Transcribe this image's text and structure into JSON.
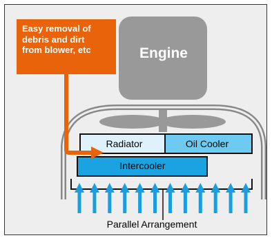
{
  "callout": {
    "lines": [
      "Easy removal of",
      "debris and dirt",
      "from blower, etc"
    ]
  },
  "components": {
    "engine": "Engine",
    "radiator": "Radiator",
    "oil_cooler": "Oil Cooler",
    "intercooler": "Intercooler"
  },
  "caption": "Parallel Arrangement",
  "airflow": {
    "arrow_count": 12
  },
  "colors": {
    "background": "#eeeeee",
    "engine": "#999999",
    "callout": "#e8630a",
    "radiator": "#dff2fb",
    "oil_cooler": "#6dcaf0",
    "intercooler": "#1aa3e0",
    "airflow_arrows": "#1a9ee0"
  }
}
